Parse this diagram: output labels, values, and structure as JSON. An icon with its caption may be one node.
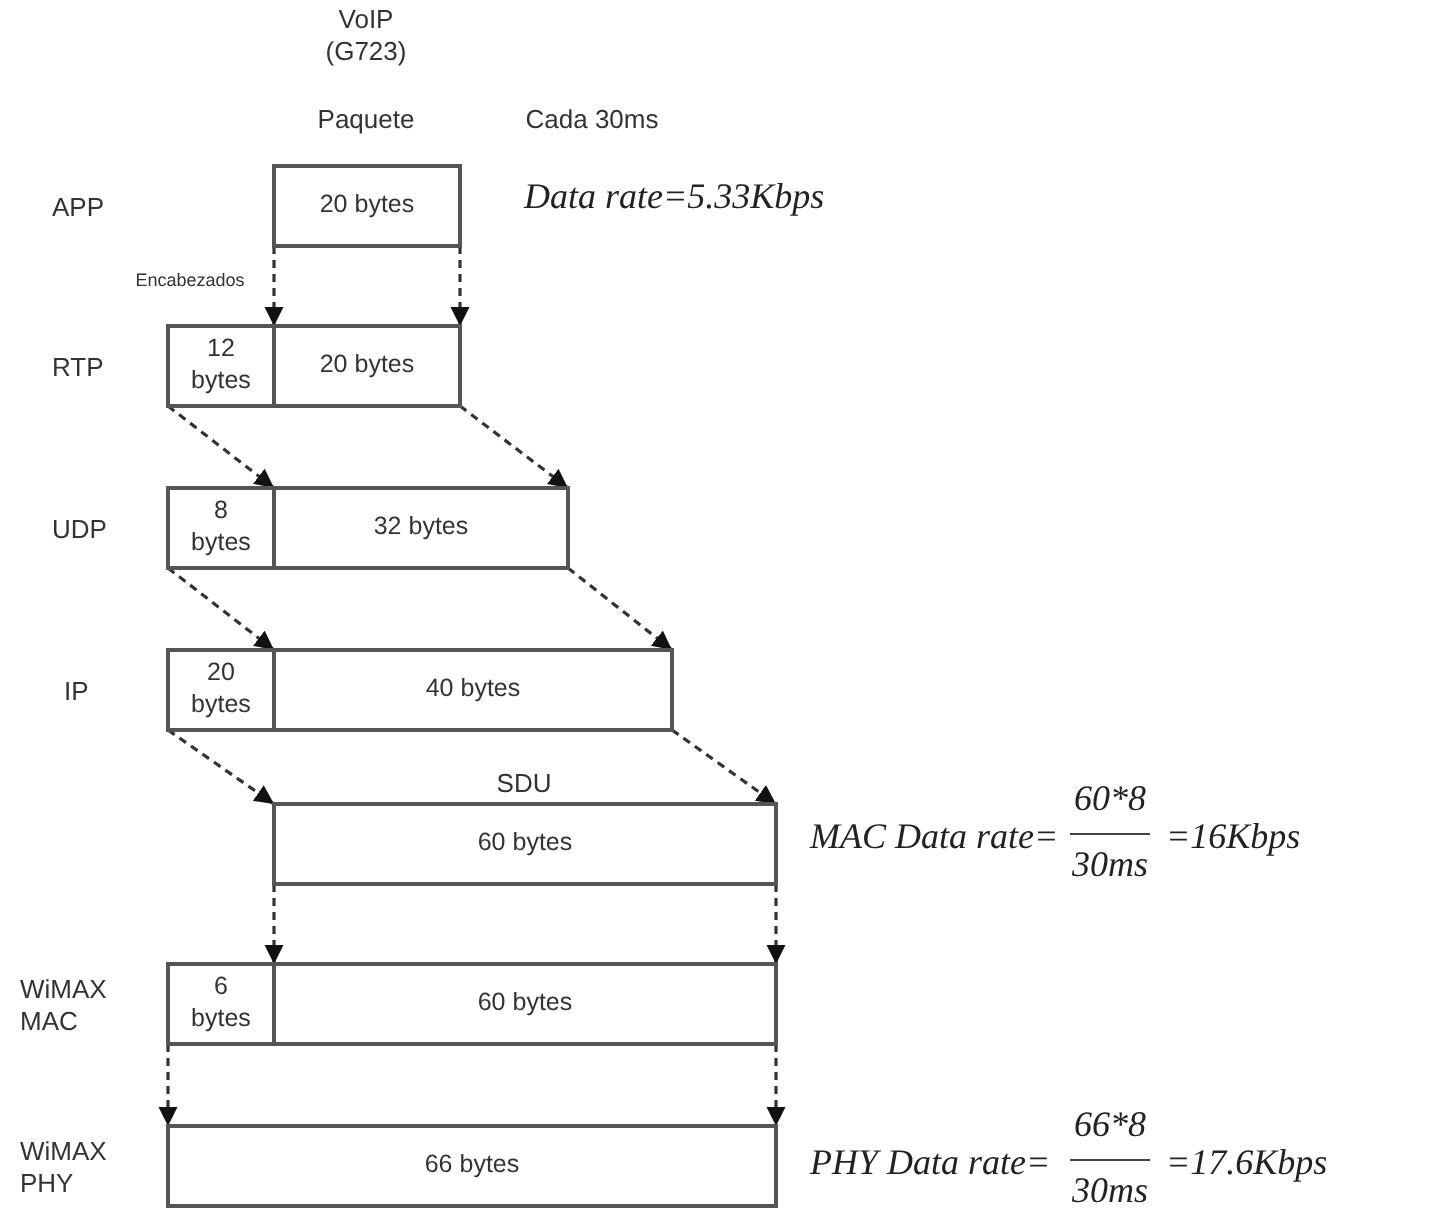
{
  "diagram": {
    "nodes": [
      {
        "text": [
          "20 bytes"
        ]
      },
      {
        "text": [
          "12 bytes"
        ]
      },
      {
        "text": [
          "20 bytes"
        ]
      },
      {
        "text": [
          "8 bytes"
        ]
      },
      {
        "text": [
          "32 bytes"
        ]
      },
      {
        "text": [
          "20 bytes"
        ]
      },
      {
        "text": [
          "40 bytes"
        ]
      },
      {
        "text": [
          "60 bytes"
        ],
        "beside": [
          "SDU"
        ]
      },
      {
        "text": [
          "6 bytes"
        ]
      },
      {
        "text": [
          "60 bytes"
        ]
      },
      {
        "text": [
          "66 bytes"
        ]
      }
    ],
    "edges": [
      {
        "from": 0,
        "to": 2,
        "arrow": "to",
        "style": "dashed"
      },
      {
        "from": 0,
        "to": 2,
        "arrow": "to",
        "style": "dashed"
      },
      {
        "from": 1,
        "to": 4,
        "arrow": "to",
        "style": "dashed"
      },
      {
        "from": 2,
        "to": 4,
        "arrow": "to",
        "style": "dashed"
      },
      {
        "from": 3,
        "to": 6,
        "arrow": "to",
        "style": "dashed"
      },
      {
        "from": 4,
        "to": 6,
        "arrow": "to",
        "style": "dashed"
      },
      {
        "from": 5,
        "to": 7,
        "arrow": "to",
        "style": "dashed"
      },
      {
        "from": 6,
        "to": 7,
        "arrow": "to",
        "style": "dashed"
      },
      {
        "from": 7,
        "to": 9,
        "arrow": "to",
        "style": "dashed"
      },
      {
        "from": 7,
        "to": 9,
        "arrow": "to",
        "style": "dashed"
      },
      {
        "from": 8,
        "to": 10,
        "arrow": "to",
        "style": "dashed"
      },
      {
        "from": 9,
        "to": 10,
        "arrow": "to",
        "style": "dashed"
      }
    ],
    "labels": [
      "VoIP (G723)",
      "Paquete",
      "Cada 30ms",
      "APP",
      "Data rate=5.33Kbps",
      "Encabezados",
      "RTP",
      "UDP",
      "IP",
      "MAC Data rate=",
      "60*8",
      "30ms",
      "=16Kbps",
      "WiMAX MAC",
      "WiMAX PHY",
      "PHY Data rate=",
      "66*8",
      "30ms",
      "=17.6Kbps"
    ]
  }
}
